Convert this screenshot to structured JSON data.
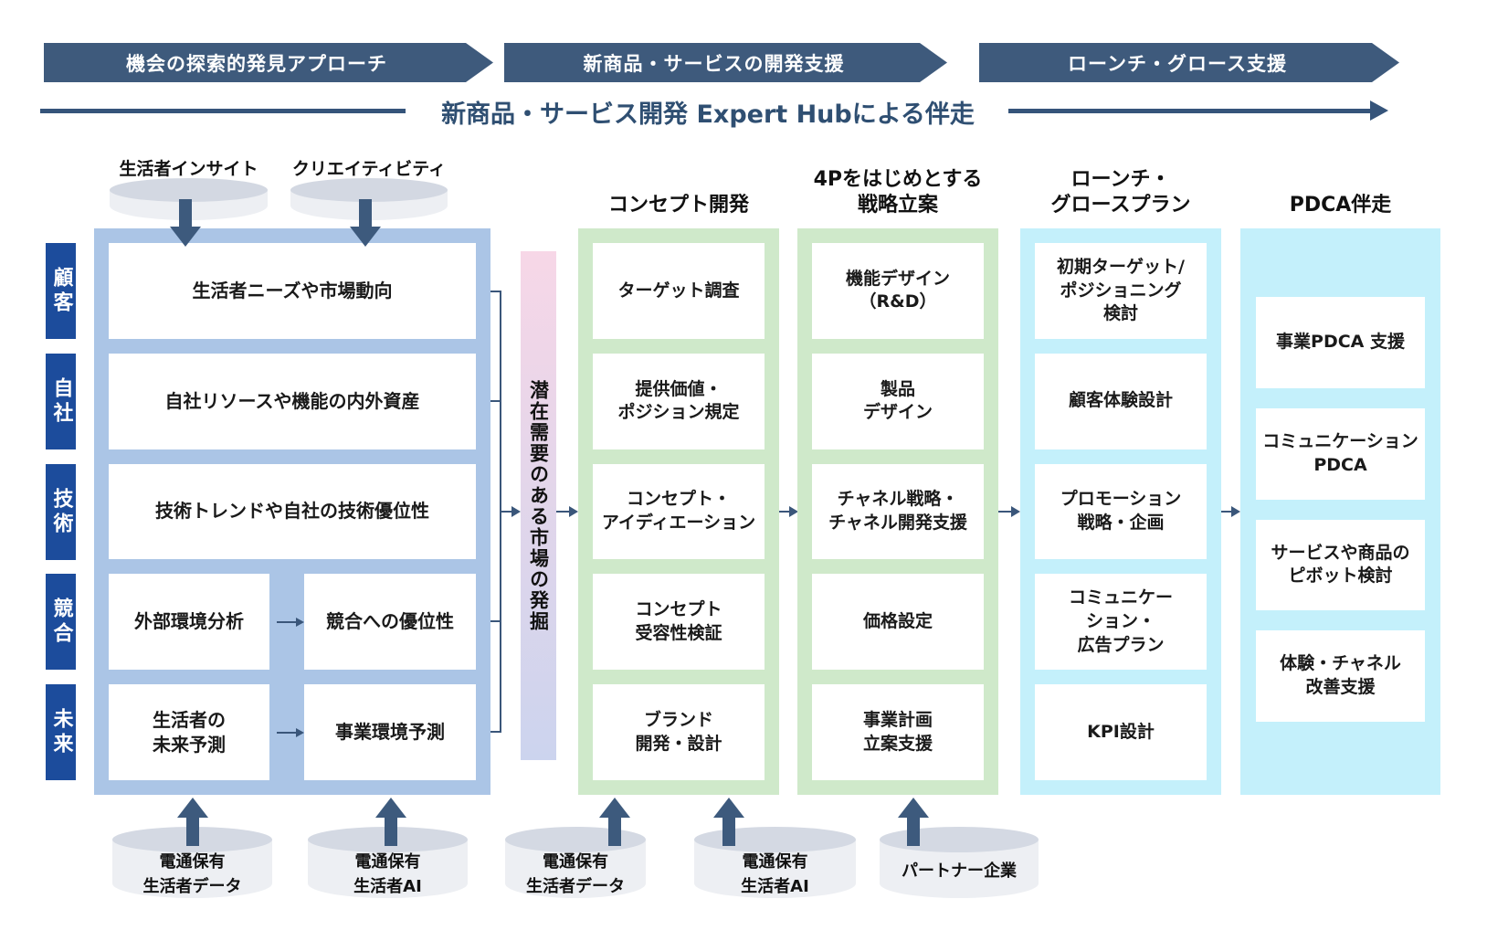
{
  "banners": [
    {
      "label": "機会の探索的発見アプローチ"
    },
    {
      "label": "新商品・サービスの開発支援"
    },
    {
      "label": "ローンチ・グロース支援"
    }
  ],
  "timeline": {
    "label": "新商品・サービス開発 Expert Hubによる伴走"
  },
  "top_cylinders": [
    {
      "label": "生活者インサイト"
    },
    {
      "label": "クリエイティビティ"
    }
  ],
  "row_labels": [
    "顧客",
    "自社",
    "技術",
    "競合",
    "未来"
  ],
  "discovery": {
    "rows": [
      {
        "label": "生活者ニーズや市場動向"
      },
      {
        "label": "自社リソースや機能の内外資産"
      },
      {
        "label": "技術トレンドや自社の技術優位性"
      },
      {
        "left": "外部環境分析",
        "right": "競合への優位性"
      },
      {
        "left": "生活者の\n未来予測",
        "right": "事業環境予測"
      }
    ]
  },
  "market_bar": {
    "label": "潜在需要のある市場の発掘"
  },
  "columns": [
    {
      "header": "コンセプト開発",
      "boxes": [
        "ターゲット調査",
        "提供価値・\nポジション規定",
        "コンセプト・\nアイディエーション",
        "コンセプト\n受容性検証",
        "ブランド\n開発・設計"
      ]
    },
    {
      "header": "4Pをはじめとする\n戦略立案",
      "boxes": [
        "機能デザイン\n（R&D）",
        "製品\nデザイン",
        "チャネル戦略・\nチャネル開発支援",
        "価格設定",
        "事業計画\n立案支援"
      ]
    },
    {
      "header": "ローンチ・\nグロースプラン",
      "boxes": [
        "初期ターゲット/\nポジショニング\n検討",
        "顧客体験設計",
        "プロモーション\n戦略・企画",
        "コミュニケー\nション・\n広告プラン",
        "KPI設計"
      ]
    },
    {
      "header": "PDCA伴走",
      "boxes": [
        "事業PDCA 支援",
        "コミュニケーション\nPDCA",
        "サービスや商品の\nピボット検討",
        "体験・チャネル\n改善支援"
      ]
    }
  ],
  "bottom_cylinders": [
    {
      "label": "電通保有\n生活者データ"
    },
    {
      "label": "電通保有\n生活者AI"
    },
    {
      "label": "電通保有\n生活者データ"
    },
    {
      "label": "電通保有\n生活者AI"
    },
    {
      "label": "パートナー企業"
    }
  ],
  "colors": {
    "banner_navy": "#3e5a7c",
    "timeline_navy": "#2f4f72",
    "row_label_blue": "#1c4c9c",
    "discovery_fill": "#abc5e6",
    "concept_fill": "#cfe9ca",
    "launch_fill": "#c4f0fb",
    "market_bar_top": "#f7d7e7",
    "market_bar_bottom": "#ccd4ee",
    "cylinder_top": "#d3d8e2",
    "cylinder_body": "#edeff3",
    "arrow_slate": "#3d5a7d"
  }
}
